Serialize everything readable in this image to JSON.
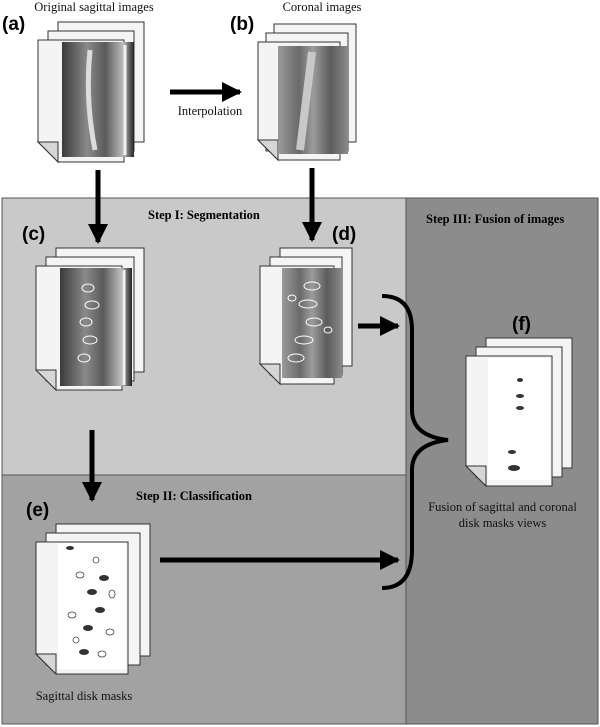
{
  "captions": {
    "original_sagittal": "Original sagittal images",
    "coronal": "Coronal images",
    "interpolation": "Interpolation",
    "sagittal_masks": "Sagittal disk masks",
    "fusion_line1": "Fusion of sagittal and coronal",
    "fusion_line2": "disk masks views"
  },
  "labels": {
    "a": "(a)",
    "b": "(b)",
    "c": "(c)",
    "d": "(d)",
    "e": "(e)",
    "f": "(f)"
  },
  "steps": {
    "segmentation": "Step I: Segmentation",
    "classification": "Step II: Classification",
    "fusion": "Step III: Fusion of images"
  },
  "colors": {
    "step1_bg": "#c9c9c9",
    "step2_bg": "#a2a2a2",
    "step3_bg": "#8c8c8c",
    "page_fill": "#f2f2f2",
    "arrow": "#000000"
  }
}
